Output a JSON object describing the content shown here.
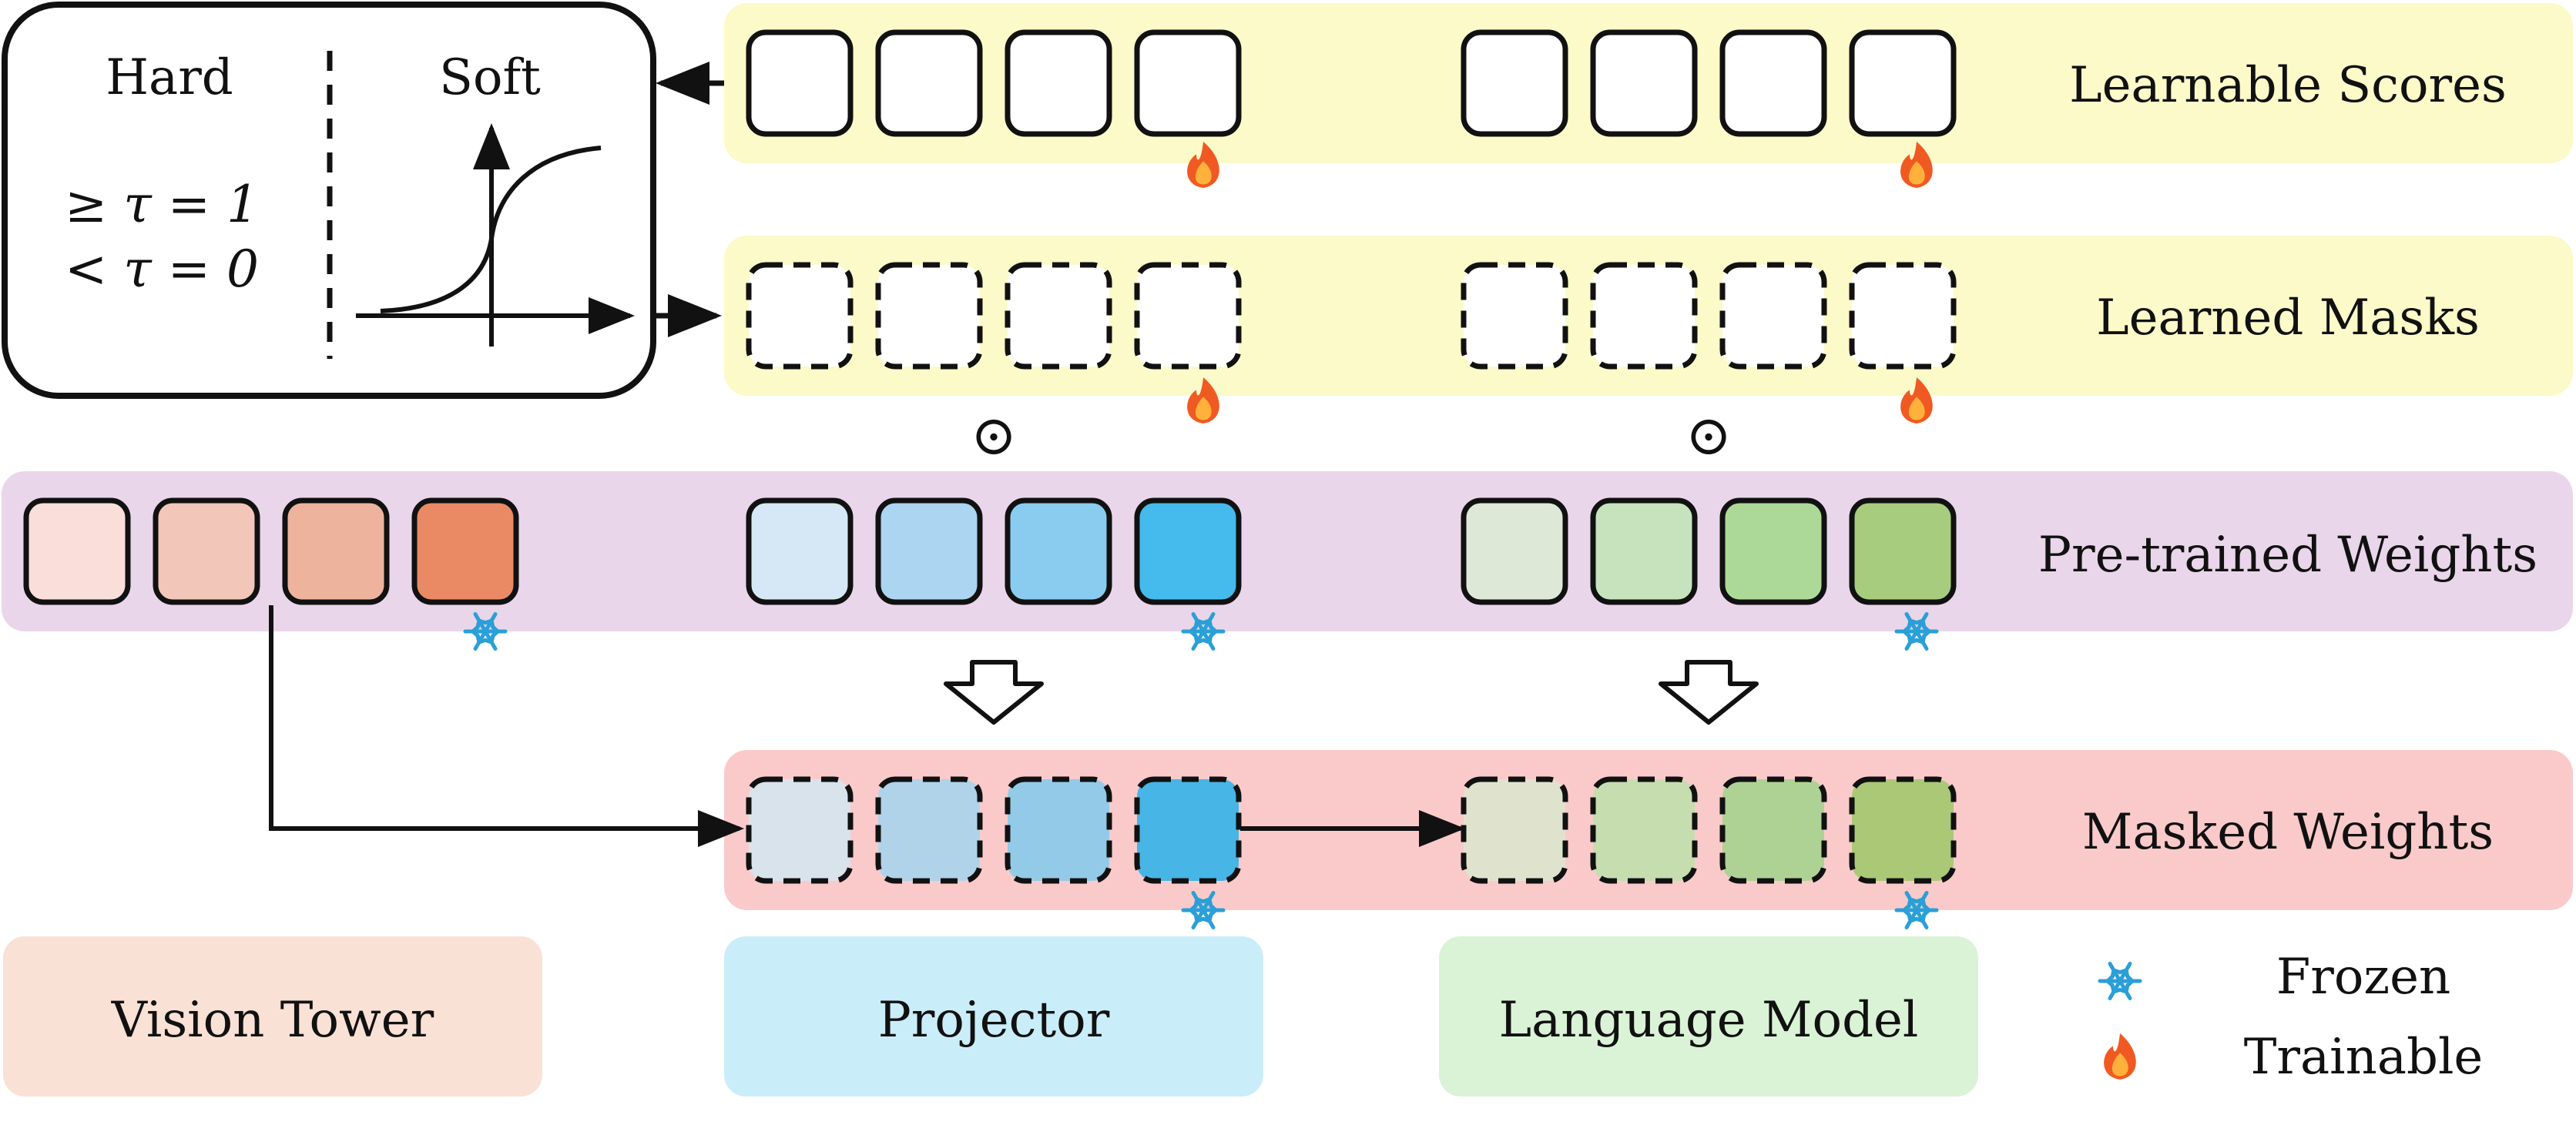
{
  "legend_box": {
    "hard_title": "Hard",
    "soft_title": "Soft",
    "rule_ge": "≥ τ = 1",
    "rule_lt": "< τ = 0"
  },
  "rows": {
    "learnable_scores": "Learnable Scores",
    "learned_masks": "Learned Masks",
    "pretrained_weights": "Pre-trained Weights",
    "masked_weights": "Masked Weights"
  },
  "operators": {
    "hadamard": "⊙"
  },
  "components": {
    "vision_tower": "Vision Tower",
    "projector": "Projector",
    "language_model": "Language Model"
  },
  "key": {
    "frozen": "Frozen",
    "trainable": "Trainable"
  },
  "colors": {
    "yellow_band": "#FBFAC8",
    "purple_band": "#EAD6EA",
    "red_band": "#FACACA",
    "vision_fill": "#FAE1D6",
    "projector_fill": "#CAEDFA",
    "language_fill": "#DAF3D6",
    "vision_cells": [
      "#F9DEDA",
      "#F3C6BA",
      "#EEB39D",
      "#E98A65"
    ],
    "projector_cells": [
      "#D6E8F6",
      "#ABD5F0",
      "#8ACCF0",
      "#44BBEC"
    ],
    "language_cells": [
      "#DDE9D6",
      "#C6E3BE",
      "#ADD998",
      "#A8CC7D"
    ],
    "projector_masked": [
      "#D8E3EC",
      "#B0D3EA",
      "#93CAE8",
      "#47B5E6"
    ],
    "language_masked": [
      "#DFE3CE",
      "#C6DDB0",
      "#AED294",
      "#ABC876"
    ],
    "snowflake": "#2A9FD8",
    "flame_outer": "#F05A22",
    "flame_inner": "#FFB13B"
  },
  "icons": {
    "frozen": "snowflake-icon",
    "trainable": "flame-icon",
    "down_arrow": "hollow-down-arrow-icon"
  }
}
